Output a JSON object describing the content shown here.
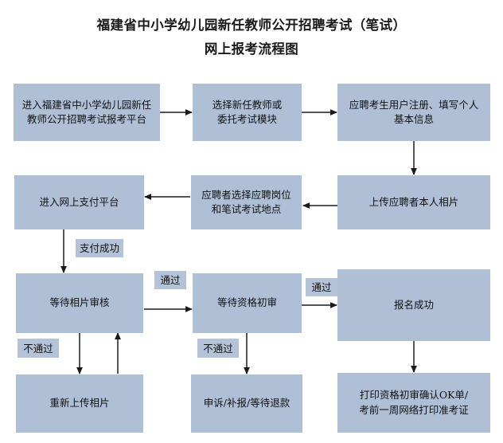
{
  "title": {
    "line1": "福建省中小学幼儿园新任教师公开招聘考试（笔试）",
    "line2": "网上报考流程图"
  },
  "theme": {
    "node_fill": "#afbfd6",
    "label_fill": "#b4c3d8",
    "line_color": "#1a1a1a",
    "text_color": "#111111",
    "background": "#ffffff"
  },
  "nodes": [
    {
      "id": "n1",
      "text": "进入福建省中小学幼儿园新任\n教师公开招聘考试报考平台"
    },
    {
      "id": "n2",
      "text": "选择新任教师或\n委托考试模块"
    },
    {
      "id": "n3",
      "text": "应聘考生用户注册、填写个人\n基本信息"
    },
    {
      "id": "n4",
      "text": "上传应聘者本人相片"
    },
    {
      "id": "n5",
      "text": "应聘者选择应聘岗位\n和笔试考试地点"
    },
    {
      "id": "n6",
      "text": "进入网上支付平台"
    },
    {
      "id": "n7",
      "text": "等待相片审核"
    },
    {
      "id": "n8",
      "text": "等待资格初审"
    },
    {
      "id": "n9",
      "text": "报名成功"
    },
    {
      "id": "n10",
      "text": "重新上传相片"
    },
    {
      "id": "n11",
      "text": "申诉/补报/等待退款"
    },
    {
      "id": "n12",
      "text": "打印资格初审确认OK单/\n考前一周网络打印准考证"
    }
  ],
  "edge_labels": [
    {
      "id": "l1",
      "text": "支付成功"
    },
    {
      "id": "l2",
      "text": "通过"
    },
    {
      "id": "l3",
      "text": "通过"
    },
    {
      "id": "l4",
      "text": "不通过"
    },
    {
      "id": "l5",
      "text": "不通过"
    }
  ],
  "flow": {
    "type": "flowchart",
    "direction": "serpentine",
    "edges": [
      {
        "from": "n1",
        "to": "n2",
        "label": ""
      },
      {
        "from": "n2",
        "to": "n3",
        "label": ""
      },
      {
        "from": "n3",
        "to": "n4",
        "label": ""
      },
      {
        "from": "n4",
        "to": "n5",
        "label": ""
      },
      {
        "from": "n5",
        "to": "n6",
        "label": ""
      },
      {
        "from": "n6",
        "to": "n7",
        "label": "支付成功"
      },
      {
        "from": "n7",
        "to": "n8",
        "label": "通过"
      },
      {
        "from": "n8",
        "to": "n9",
        "label": "通过"
      },
      {
        "from": "n7",
        "to": "n10",
        "label": "不通过"
      },
      {
        "from": "n10",
        "to": "n7",
        "label": ""
      },
      {
        "from": "n8",
        "to": "n11",
        "label": "不通过"
      },
      {
        "from": "n9",
        "to": "n12",
        "label": ""
      }
    ]
  }
}
